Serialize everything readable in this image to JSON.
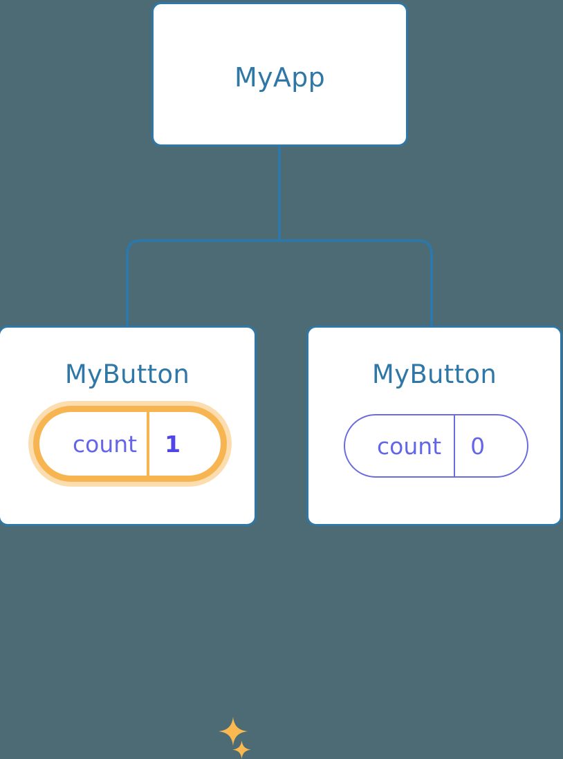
{
  "diagram": {
    "type": "component-tree",
    "background_color": "#4d6b75",
    "edge_color": "#2e77a6",
    "card_border_color": "#2e77a6",
    "card_background": "#ffffff",
    "title_color": "#2e77a6",
    "prop_color": "#6366e8",
    "highlight_color": "#f7b552",
    "highlight_glow_color": "#fcddaf"
  },
  "root": {
    "title": "MyApp"
  },
  "children": [
    {
      "title": "MyButton",
      "prop_key": "count",
      "prop_value": "1",
      "highlighted": true,
      "sparkle_big": "sparkle-icon",
      "sparkle_small": "sparkle-icon"
    },
    {
      "title": "MyButton",
      "prop_key": "count",
      "prop_value": "0",
      "highlighted": false
    }
  ]
}
